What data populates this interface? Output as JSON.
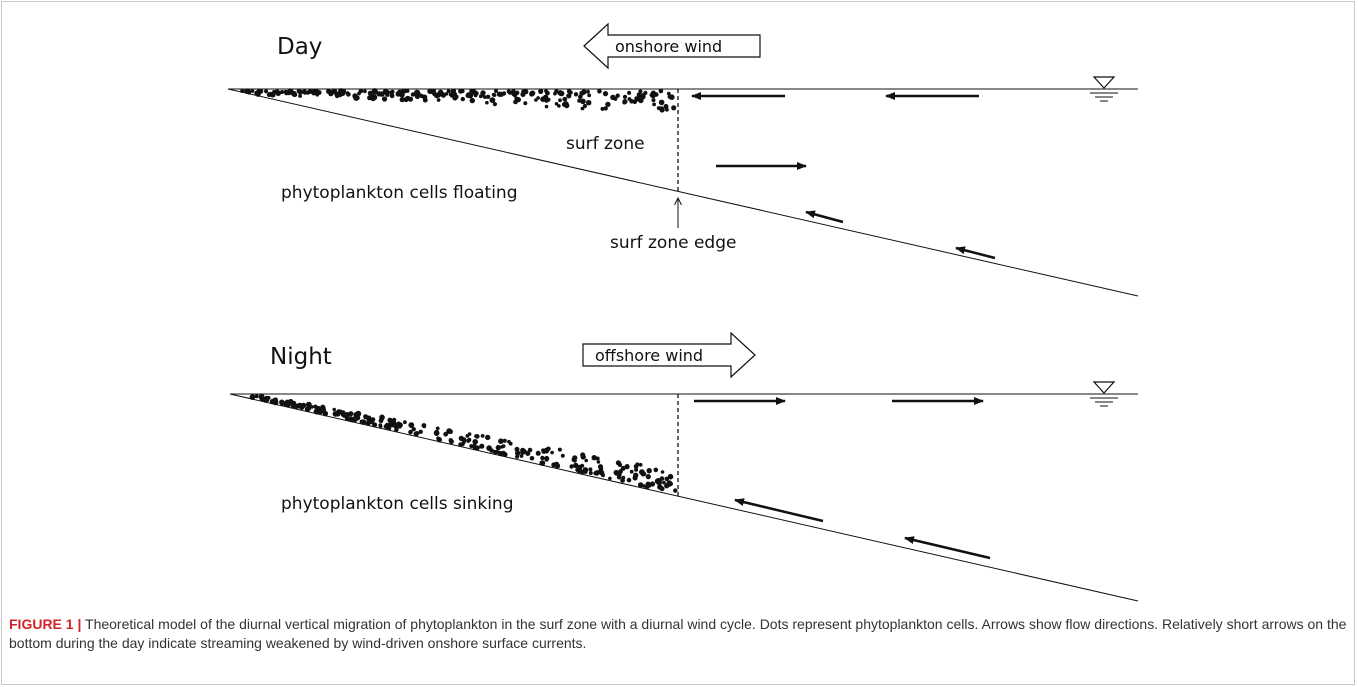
{
  "panels": {
    "day": {
      "title": "Day",
      "wind_label": "onshore wind",
      "surf_zone_label": "surf zone",
      "cells_label": "phytoplankton cells floating",
      "edge_label": "surf zone edge"
    },
    "night": {
      "title": "Night",
      "wind_label": "offshore wind",
      "cells_label": "phytoplankton cells sinking"
    }
  },
  "caption": {
    "figure_label": "FIGURE 1 |",
    "text": " Theoretical model of the diurnal vertical migration of phytoplankton in the surf zone with a diurnal wind cycle. Dots represent phytoplankton cells. Arrows show flow directions. Relatively short arrows on the bottom during the day indicate streaming weakened by wind-driven onshore surface currents."
  },
  "colors": {
    "ink": "#111111",
    "caption_accent": "#d2232a",
    "frame": "#c8c8c8"
  }
}
